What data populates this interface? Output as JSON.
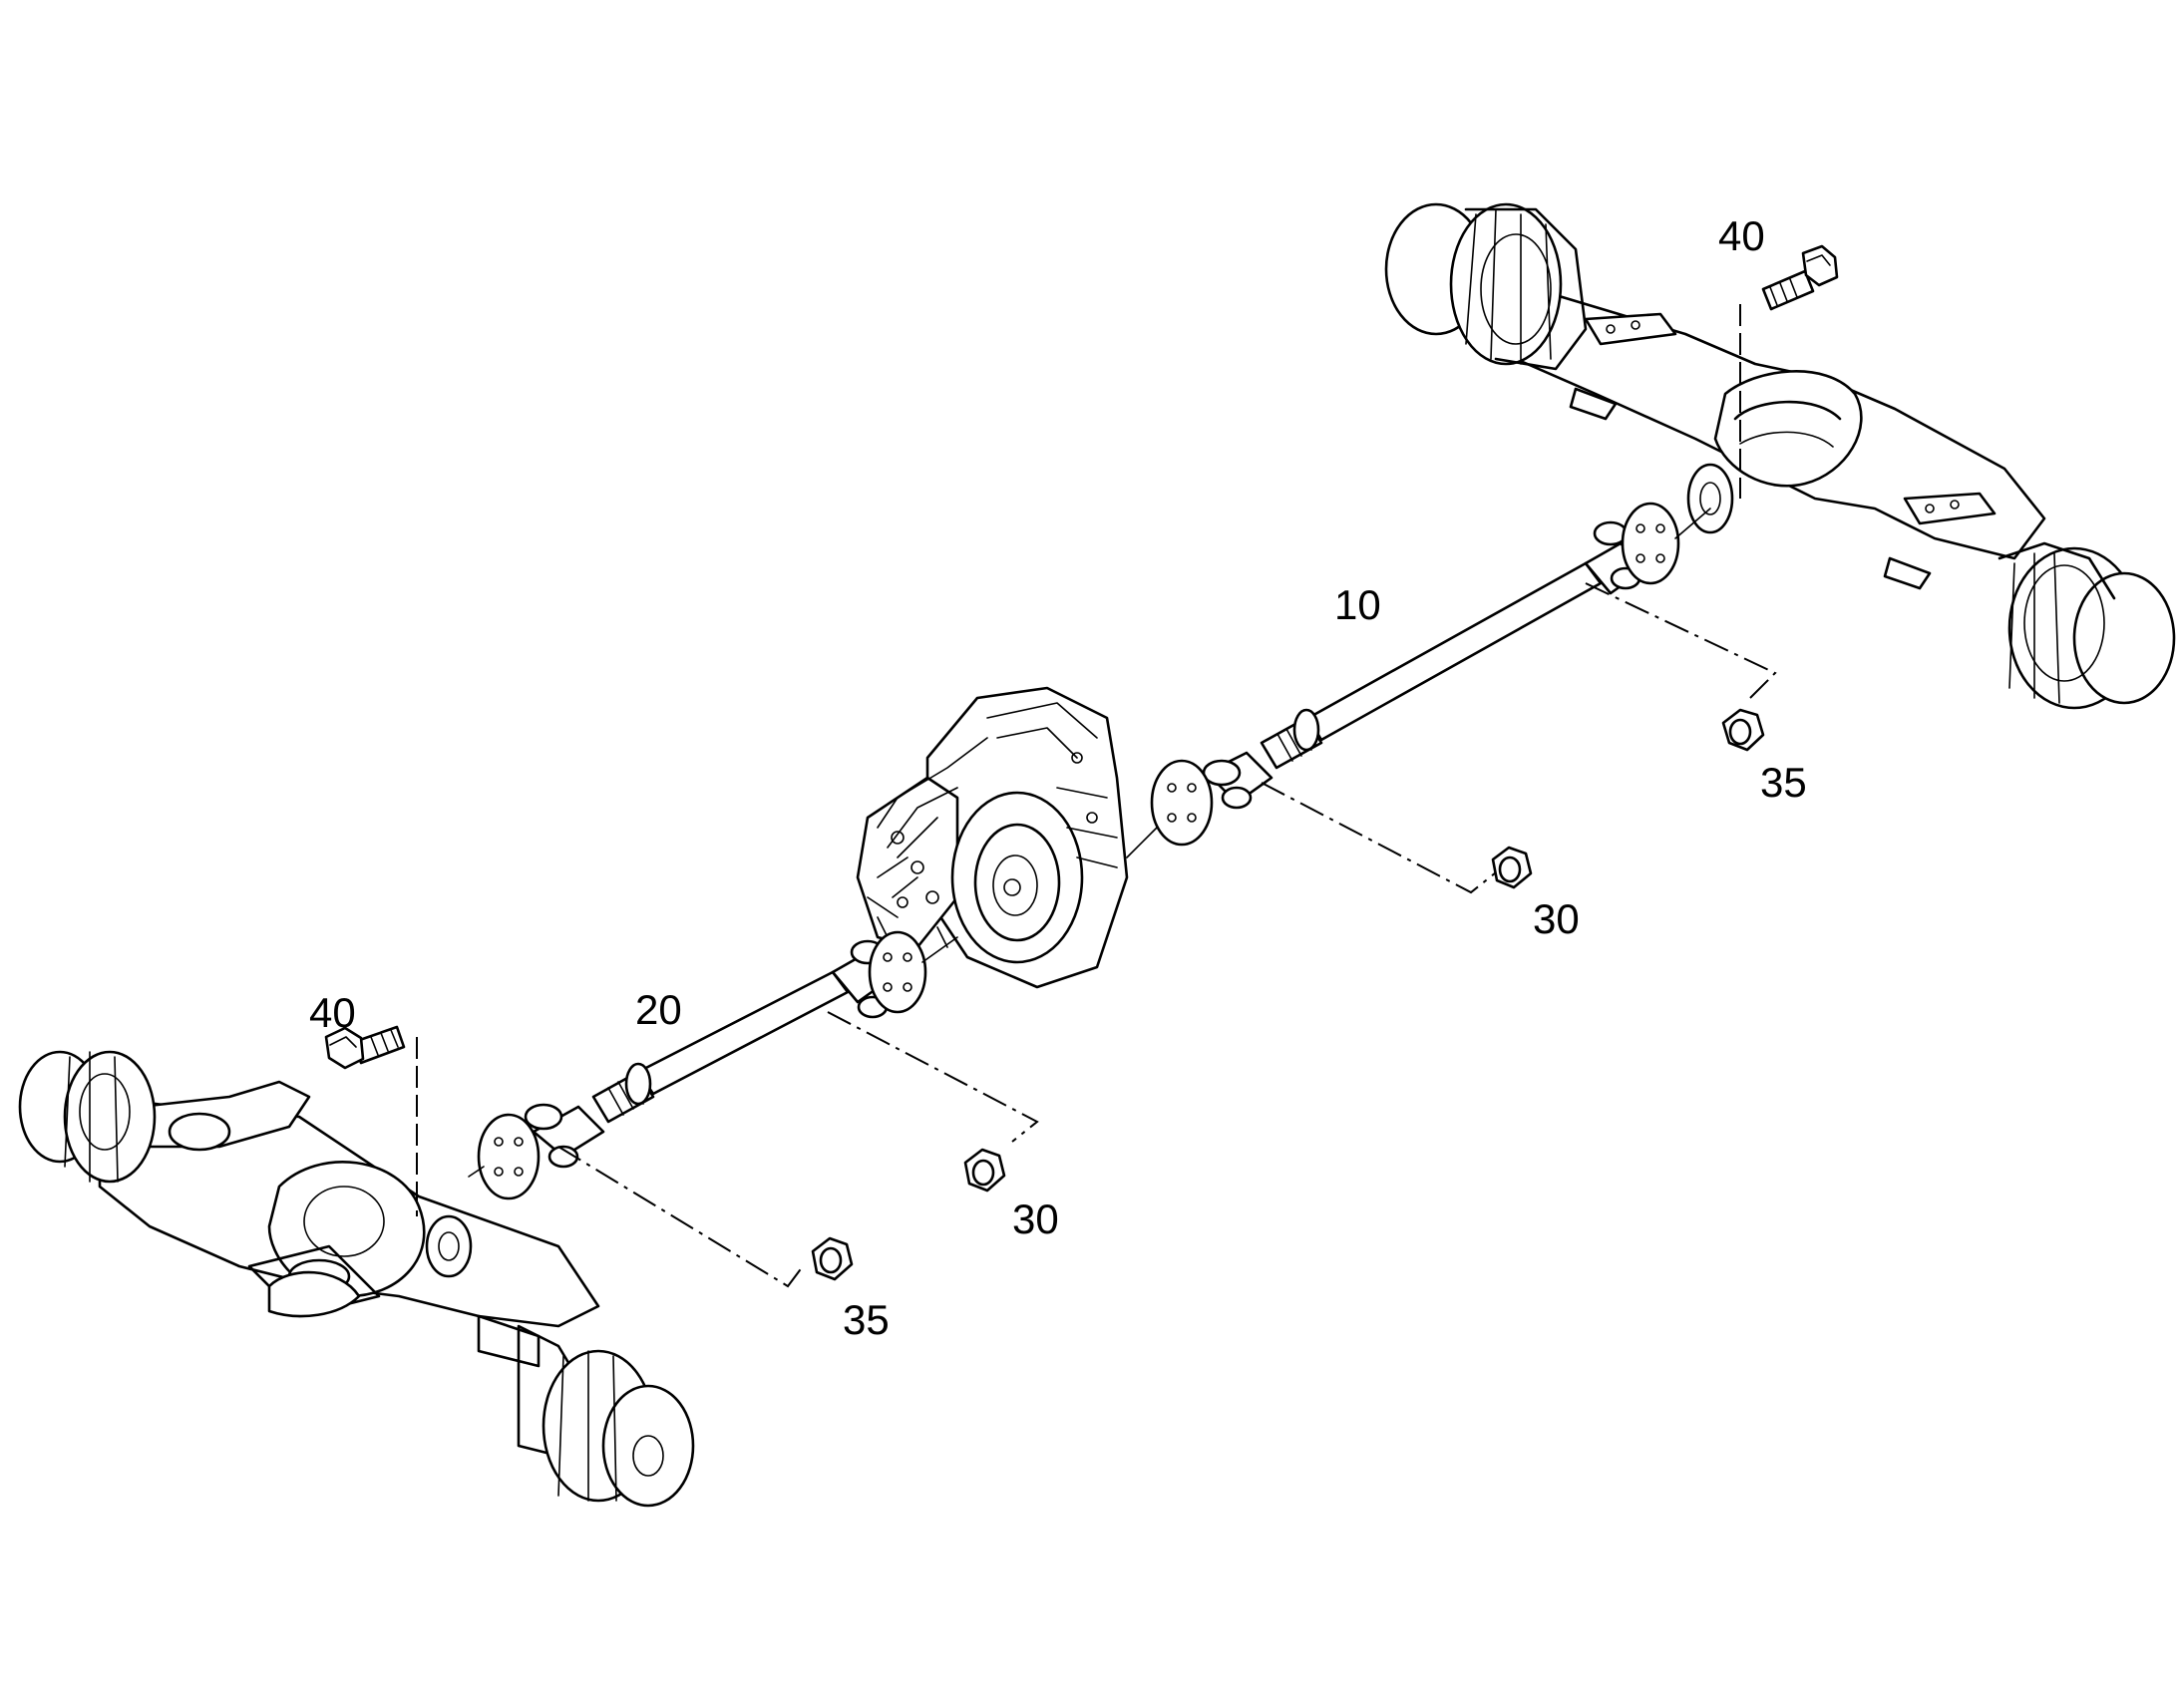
{
  "labels": {
    "part_10": "10",
    "part_20": "20",
    "part_30_upper": "30",
    "part_30_lower": "30",
    "part_35_upper": "35",
    "part_35_lower": "35",
    "part_40_upper": "40",
    "part_40_lower": "40"
  },
  "colors": {
    "line": "#000000",
    "background": "#ffffff"
  }
}
